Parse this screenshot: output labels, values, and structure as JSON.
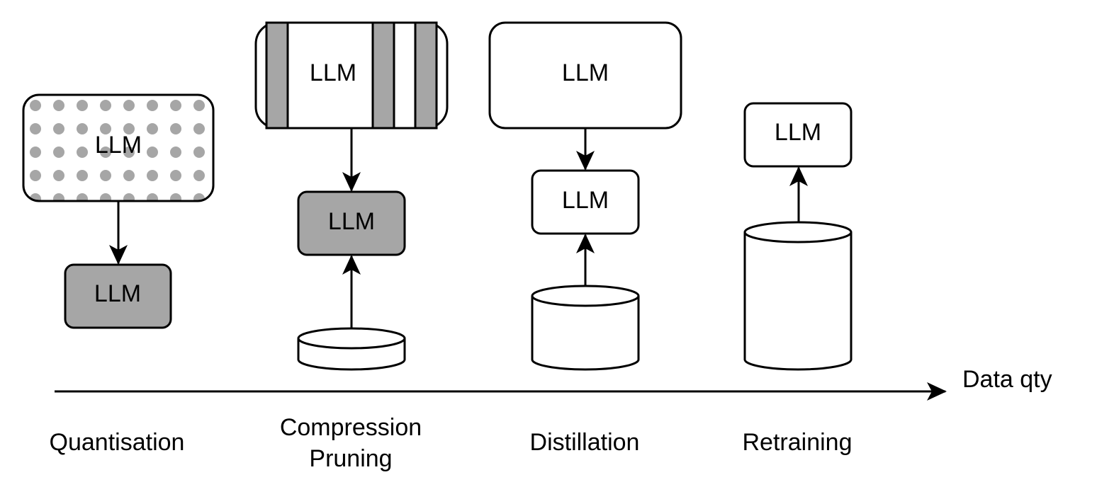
{
  "diagram": {
    "model_label": "LLM",
    "axis_label": "Data qty",
    "colors": {
      "stroke": "#000000",
      "gray_fill": "#a6a6a6",
      "white_fill": "#ffffff"
    },
    "techniques": [
      {
        "id": "quantisation",
        "label_lines": [
          "Quantisation"
        ],
        "source": "LLM (dotted / quantised weights)",
        "result": "LLM (compressed)",
        "data_amount": "none"
      },
      {
        "id": "pruning",
        "label_lines": [
          "Compression",
          "Pruning"
        ],
        "source": "LLM (pruned layers)",
        "result": "LLM (compressed)",
        "data_amount": "small"
      },
      {
        "id": "distillation",
        "label_lines": [
          "Distillation"
        ],
        "source": "LLM (large teacher)",
        "result": "LLM (small student)",
        "data_amount": "medium"
      },
      {
        "id": "retraining",
        "label_lines": [
          "Retraining"
        ],
        "source": "data",
        "result": "LLM (small)",
        "data_amount": "large"
      }
    ]
  }
}
